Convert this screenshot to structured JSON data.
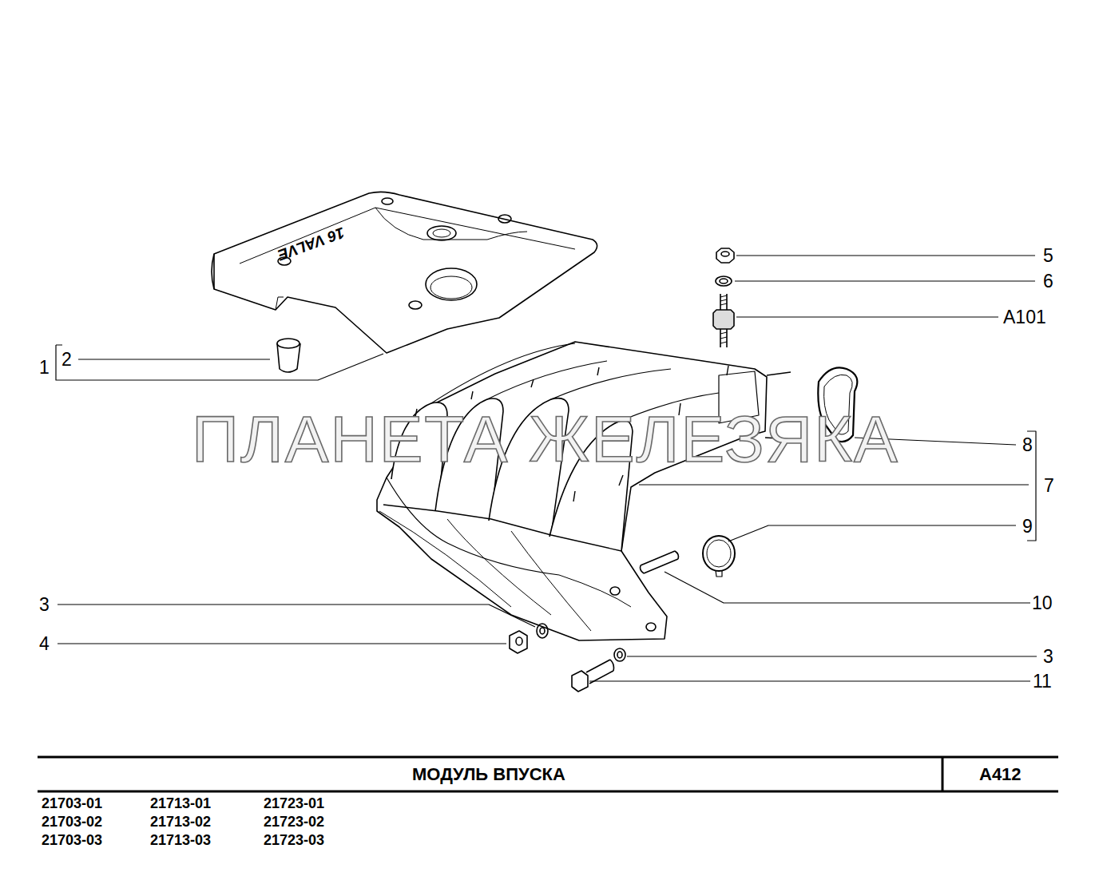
{
  "diagram": {
    "title": "МОДУЛЬ ВПУСКА",
    "labels": [
      "16 VALVE",
      "5",
      "6",
      "А101",
      "1",
      "2",
      "8",
      "7",
      "9",
      "3",
      "10",
      "4",
      "3",
      "11",
      "ПЛАНЕТА ЖЕЛЕЗЯКА",
      "А412",
      "21703-01",
      "21713-01",
      "21723-01",
      "21703-02",
      "21713-02",
      "21723-02",
      "21703-03",
      "21713-03",
      "21723-03"
    ]
  }
}
